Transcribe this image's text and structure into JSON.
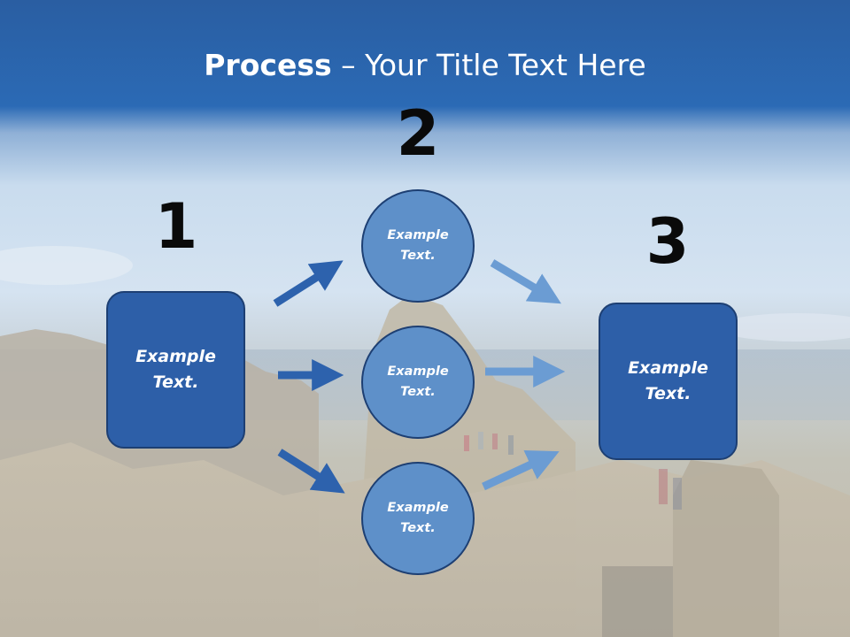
{
  "slide": {
    "title_bold": "Process",
    "title_rest": " – Your Title Text Here",
    "numbers": {
      "one": "1",
      "two": "2",
      "three": "3"
    },
    "left_box": "Example Text.",
    "right_box": "Example Text.",
    "circles": [
      "Example Text.",
      "Example Text.",
      "Example Text."
    ]
  },
  "colors": {
    "box_fill": "#2d5fa8",
    "circle_fill": "#5e90c9",
    "arrow_dark": "#2d62ad",
    "arrow_light": "#6b9cd3"
  }
}
